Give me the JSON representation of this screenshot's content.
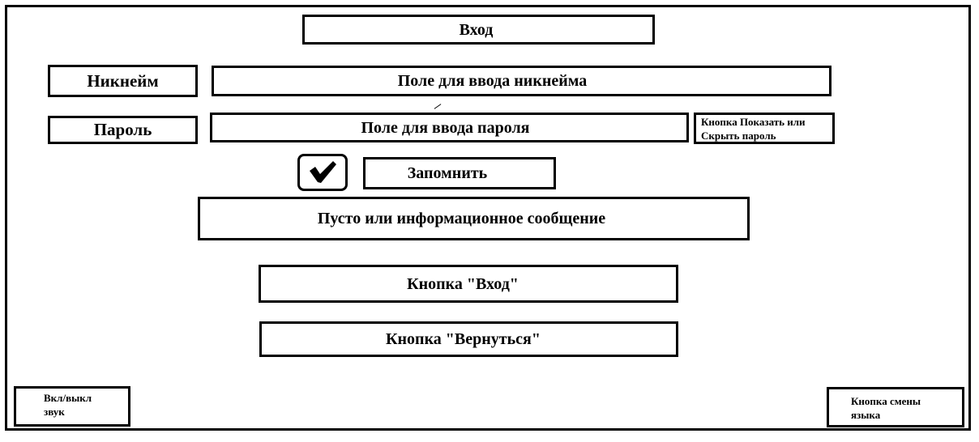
{
  "header": {
    "title": "Вход"
  },
  "form": {
    "nickname_label": "Никнейм",
    "nickname_field": "Поле для ввода никнейма",
    "password_label": "Пароль",
    "password_field": "Поле для ввода пароля",
    "show_password_button": "Кнопка Показать или Скрыть пароль",
    "remember_label": "Запомнить",
    "remember_checked": true,
    "info_message": "Пусто или информационное сообщение"
  },
  "actions": {
    "login_button": "Кнопка \"Вход\"",
    "back_button": "Кнопка \"Вернуться\""
  },
  "footer": {
    "sound_toggle": "Вкл/выкл звук",
    "language_button": "Кнопка смены языка"
  },
  "icons": {
    "checkbox": "checkmark-icon"
  }
}
